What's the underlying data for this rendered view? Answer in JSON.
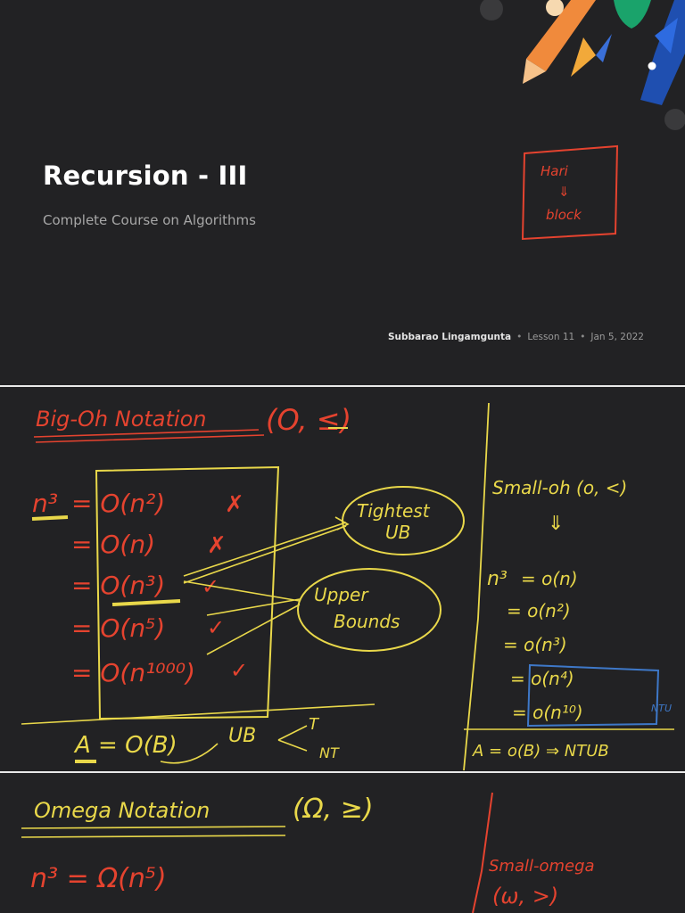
{
  "slide1": {
    "title": "Recursion - III",
    "subtitle": "Complete Course on Algorithms",
    "author": "Subbarao Lingamgunta",
    "lesson": "Lesson 11",
    "date": "Jan 5, 2022",
    "separator": "•",
    "note_lines": [
      "Hari",
      "⇓",
      "block"
    ]
  },
  "slide2": {
    "heading": "Big-Oh Notation",
    "heading_symbol": "(O, ≤)",
    "lhs": "n³",
    "rows": [
      "= O(n²)",
      "= O(n)",
      "= O(n³)",
      "= O(n⁵)",
      "= O(n¹⁰⁰⁰)"
    ],
    "bubble_tightest": [
      "Tightest",
      "UB"
    ],
    "bubble_upper": [
      "Upper",
      "Bounds"
    ],
    "rule": "A = O(B)",
    "rule_ub": "UB",
    "rule_t": "T",
    "rule_nt": "NT",
    "small_heading": "Small-oh (o, <)",
    "small_lhs": "n³",
    "small_rows": [
      "= o(n)",
      "= o(n²)",
      "= o(n³)",
      "= o(n⁴)",
      "= o(n¹⁰)"
    ],
    "ntu_label": "NTU",
    "small_rule": "A = o(B) ⇒ NTUB"
  },
  "slide3": {
    "heading": "Omega Notation",
    "heading_symbol": "(Ω, ≥)",
    "row": "n³ = Ω(n⁵)",
    "small_heading": "Small-omega",
    "small_symbol": "(ω, >)"
  },
  "colors": {
    "ink_red": "#e5432f",
    "ink_yellow": "#e9d84a",
    "ink_blue": "#3e78c8",
    "slide_bg": "#222224"
  }
}
